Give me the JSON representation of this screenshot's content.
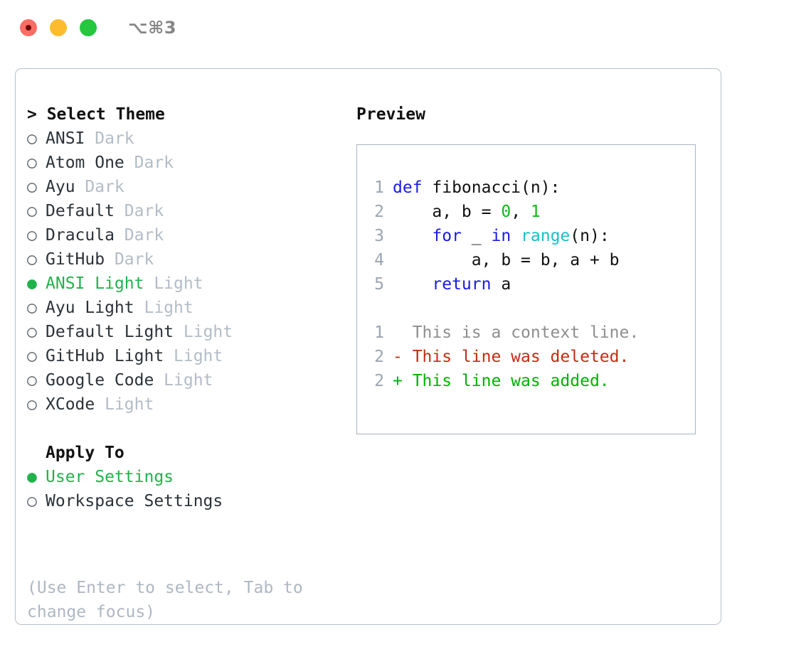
{
  "titlebar": {
    "shortcut": "⌥⌘3",
    "lights": [
      "close",
      "minimize",
      "maximize"
    ]
  },
  "left": {
    "header": "> Select Theme",
    "themes": [
      {
        "marker": "○",
        "name": "ANSI",
        "tag": "Dark",
        "selected": false
      },
      {
        "marker": "○",
        "name": "Atom One",
        "tag": "Dark",
        "selected": false
      },
      {
        "marker": "○",
        "name": "Ayu",
        "tag": "Dark",
        "selected": false
      },
      {
        "marker": "○",
        "name": "Default",
        "tag": "Dark",
        "selected": false
      },
      {
        "marker": "○",
        "name": "Dracula",
        "tag": "Dark",
        "selected": false
      },
      {
        "marker": "○",
        "name": "GitHub",
        "tag": "Dark",
        "selected": false
      },
      {
        "marker": "●",
        "name": "ANSI Light",
        "tag": "Light",
        "selected": true
      },
      {
        "marker": "○",
        "name": "Ayu Light",
        "tag": "Light",
        "selected": false
      },
      {
        "marker": "○",
        "name": "Default Light",
        "tag": "Light",
        "selected": false
      },
      {
        "marker": "○",
        "name": "GitHub Light",
        "tag": "Light",
        "selected": false
      },
      {
        "marker": "○",
        "name": "Google Code",
        "tag": "Light",
        "selected": false
      },
      {
        "marker": "○",
        "name": "XCode",
        "tag": "Light",
        "selected": false
      }
    ],
    "apply_to": {
      "header": "Apply To",
      "options": [
        {
          "marker": "●",
          "name": "User Settings",
          "selected": true
        },
        {
          "marker": "○",
          "name": "Workspace Settings",
          "selected": false
        }
      ]
    },
    "help_text": "(Use Enter to select, Tab to change focus)"
  },
  "preview": {
    "title": "Preview",
    "code_lines": [
      {
        "no": "1",
        "tokens": [
          {
            "t": "def ",
            "c": "kw"
          },
          {
            "t": "fibonacci(n):",
            "c": "txt"
          }
        ]
      },
      {
        "no": "2",
        "tokens": [
          {
            "t": "    a, b = ",
            "c": "txt"
          },
          {
            "t": "0",
            "c": "num"
          },
          {
            "t": ", ",
            "c": "txt"
          },
          {
            "t": "1",
            "c": "num"
          }
        ]
      },
      {
        "no": "3",
        "tokens": [
          {
            "t": "    ",
            "c": "txt"
          },
          {
            "t": "for",
            "c": "kw"
          },
          {
            "t": " _ ",
            "c": "txt"
          },
          {
            "t": "in",
            "c": "kw"
          },
          {
            "t": " ",
            "c": "txt"
          },
          {
            "t": "range",
            "c": "fn"
          },
          {
            "t": "(n):",
            "c": "txt"
          }
        ]
      },
      {
        "no": "4",
        "tokens": [
          {
            "t": "        a, b = b, a + b",
            "c": "txt"
          }
        ]
      },
      {
        "no": "5",
        "tokens": [
          {
            "t": "    ",
            "c": "txt"
          },
          {
            "t": "return",
            "c": "kw"
          },
          {
            "t": " a",
            "c": "txt"
          }
        ]
      }
    ],
    "diff_lines": [
      {
        "no": "1",
        "sign": "  ",
        "text": "This is a context line.",
        "kind": "ctx"
      },
      {
        "no": "2",
        "sign": "- ",
        "text": "This line was deleted.",
        "kind": "del"
      },
      {
        "no": "2",
        "sign": "+ ",
        "text": "This line was added.",
        "kind": "add"
      }
    ]
  },
  "colors": {
    "accent_green": "#22b24c",
    "diff_add": "#00b200",
    "diff_del": "#c42b14",
    "keyword": "#1a1ae6",
    "builtin": "#16c0c7",
    "number": "#12b812",
    "muted": "#b3bcc6",
    "border": "#b6bfcc"
  }
}
